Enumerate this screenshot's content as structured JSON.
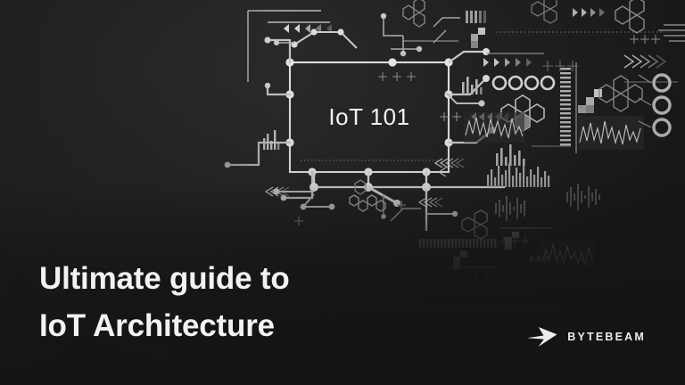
{
  "banner": {
    "background_color": "#232323",
    "accent_color": "#e8e8e8",
    "text_color": "#f2f2f2"
  },
  "headline": {
    "line1": "Ultimate guide to",
    "line2": "IoT Architecture"
  },
  "graphic": {
    "chip_label": "IoT 101",
    "description": "technical circuit board illustration"
  },
  "brand": {
    "name": "BYTEBEAM",
    "mark": "bytebeam-arrow-logo"
  }
}
